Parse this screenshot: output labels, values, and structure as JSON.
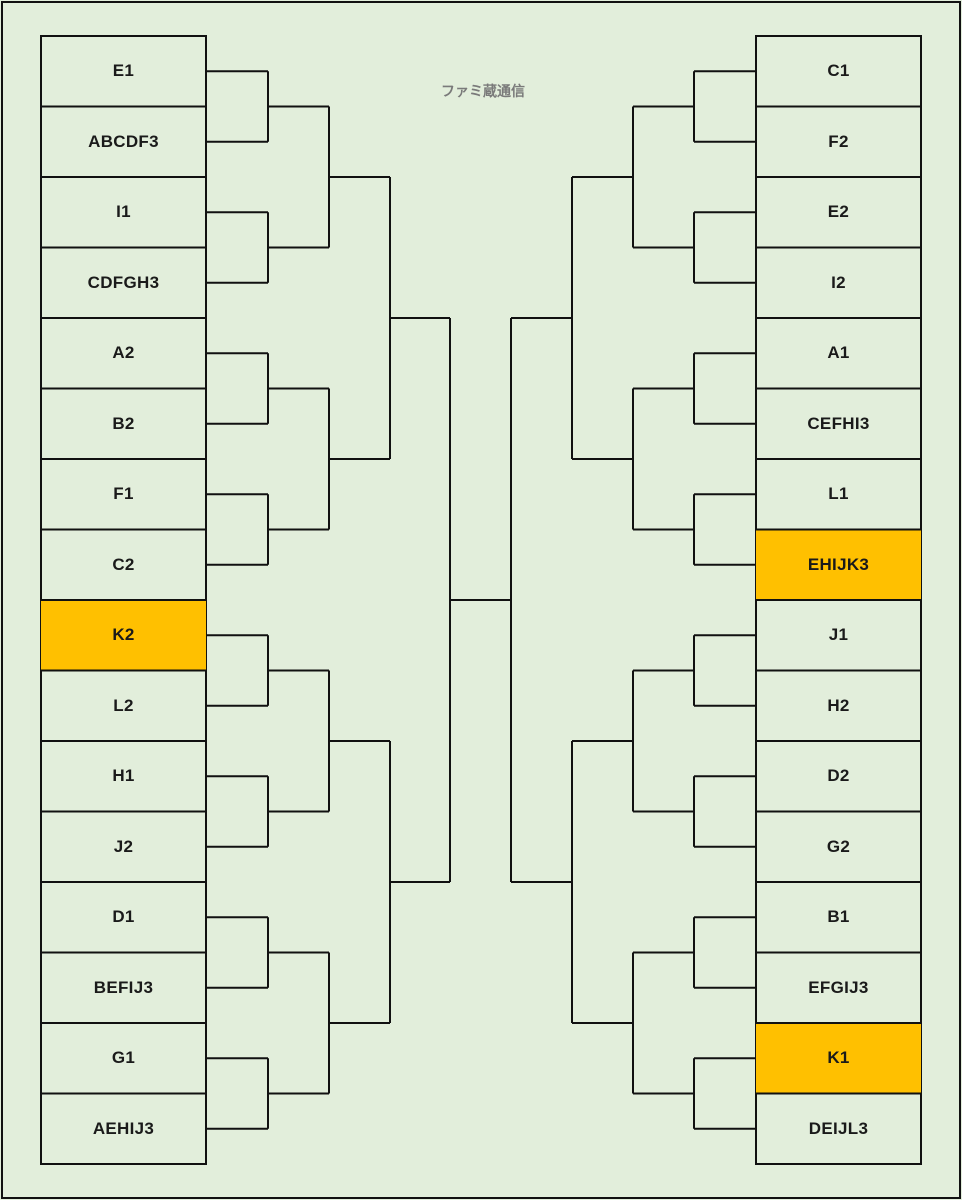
{
  "brand": "ファミ蔵通信",
  "left_entries": [
    "E1",
    "ABCDF3",
    "I1",
    "CDFGH3",
    "A2",
    "B2",
    "F1",
    "C2",
    "K2",
    "L2",
    "H1",
    "J2",
    "D1",
    "BEFIJ3",
    "G1",
    "AEHIJ3"
  ],
  "right_entries": [
    "C1",
    "F2",
    "E2",
    "I2",
    "A1",
    "CEFHI3",
    "L1",
    "EHIJK3",
    "J1",
    "H2",
    "D2",
    "G2",
    "B1",
    "EFGIJ3",
    "K1",
    "DEIJL3"
  ],
  "highlighted": [
    "K2",
    "EHIJK3",
    "K1"
  ],
  "colors": {
    "background": "#e2eedb",
    "highlight": "#ffc000",
    "line": "#111111"
  }
}
